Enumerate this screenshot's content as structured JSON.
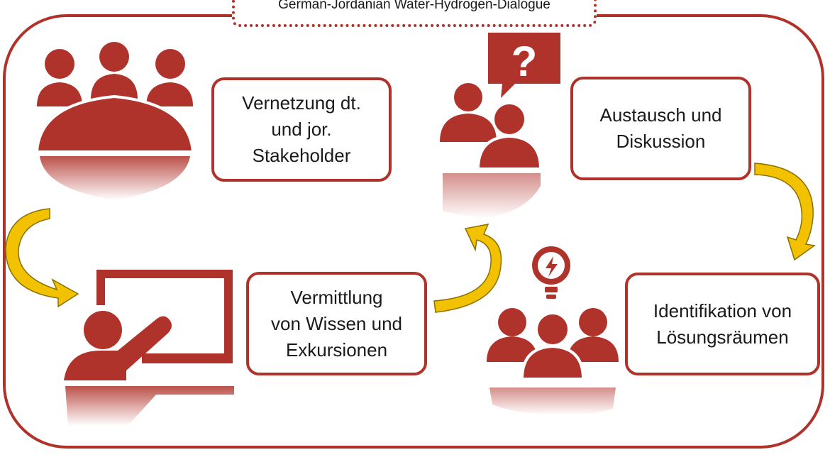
{
  "header": {
    "title": "German-Jordanian Water-Hydrogen-Dialogue"
  },
  "steps": [
    {
      "label": "Vernetzung dt.\nund jor.\nStakeholder",
      "icon": "round-table-meeting-icon"
    },
    {
      "label": "Austausch und\nDiskussion",
      "icon": "discussion-question-icon"
    },
    {
      "label": "Identifikation von\nLösungsräumen",
      "icon": "team-idea-lightbulb-icon"
    },
    {
      "label": "Vermittlung\nvon Wissen und\nExkursionen",
      "icon": "presentation-teacher-icon"
    }
  ],
  "colors": {
    "primary": "#b0332b",
    "arrow": "#f2c200",
    "arrow_outline": "#8a7000",
    "text": "#1a1a1a",
    "background": "#ffffff"
  }
}
